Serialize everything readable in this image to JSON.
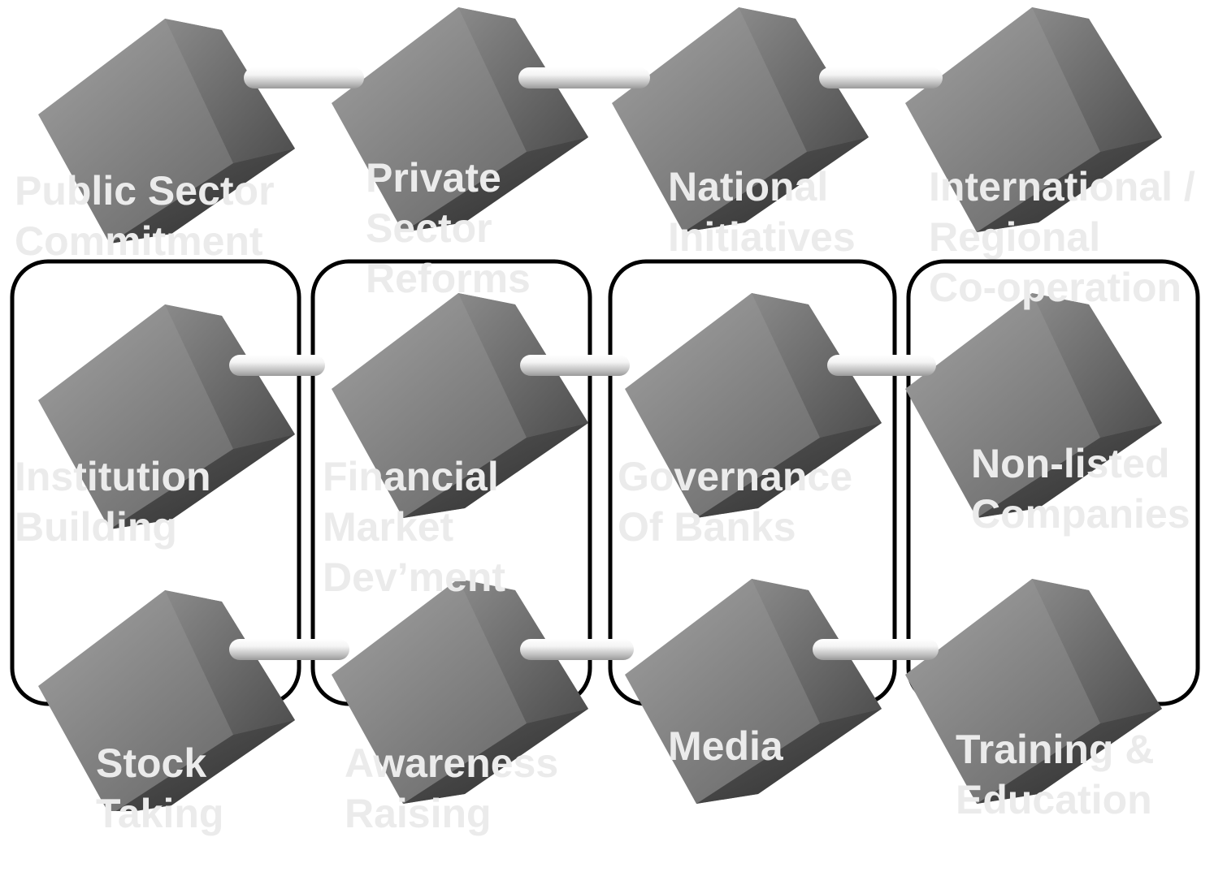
{
  "colors": {
    "background": "#ffffff",
    "group_border": "#000000",
    "label_text": "#ebebeb",
    "cube_face_light": "#8f8f8f",
    "cube_face_mid": "#6b6b6b",
    "cube_face_dark": "#3c3c3c",
    "connector": "#d4d4d4"
  },
  "top_row": [
    {
      "lines": [
        "Public Sector",
        "Commitment"
      ]
    },
    {
      "lines": [
        "Private",
        "Sector",
        "Reforms"
      ]
    },
    {
      "lines": [
        "National",
        "Initiatives"
      ]
    },
    {
      "lines": [
        "International /",
        "Regional",
        "Co-operation"
      ]
    }
  ],
  "groups": [
    {
      "upper": {
        "lines": [
          "Institution",
          "Building"
        ]
      },
      "lower": {
        "lines": [
          "Stock",
          "Taking"
        ]
      }
    },
    {
      "upper": {
        "lines": [
          "Financial",
          "Market",
          "Dev’ment"
        ]
      },
      "lower": {
        "lines": [
          "Awareness",
          "Raising"
        ]
      }
    },
    {
      "upper": {
        "lines": [
          "Governance",
          "Of Banks"
        ]
      },
      "lower": {
        "lines": [
          "Media"
        ]
      }
    },
    {
      "upper": {
        "lines": [
          "Non-listed",
          "Companies"
        ]
      },
      "lower": {
        "lines": [
          "Training &",
          "Education"
        ]
      }
    }
  ]
}
